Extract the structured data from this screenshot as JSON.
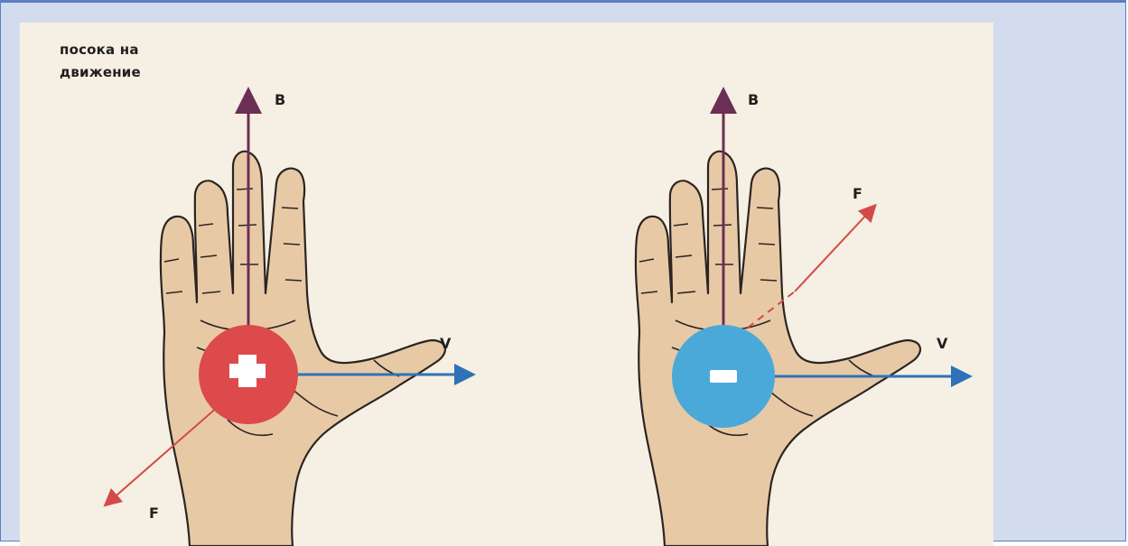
{
  "caption": "посока на\nдвижение",
  "colors": {
    "background": "#f6efe3",
    "skin": "#e8c9a6",
    "outline": "#2b2522",
    "b_arrow": "#6b2f56",
    "v_arrow": "#2e72b8",
    "f_arrow": "#d34a48",
    "positive_charge": "#dc4a4c",
    "negative_charge": "#4aa9d9"
  },
  "left_panel": {
    "charge_symbol": "+",
    "label_b": "B",
    "label_v": "V",
    "label_f": "F"
  },
  "right_panel": {
    "charge_symbol": "–",
    "label_b": "B",
    "label_v": "V",
    "label_f": "F"
  }
}
